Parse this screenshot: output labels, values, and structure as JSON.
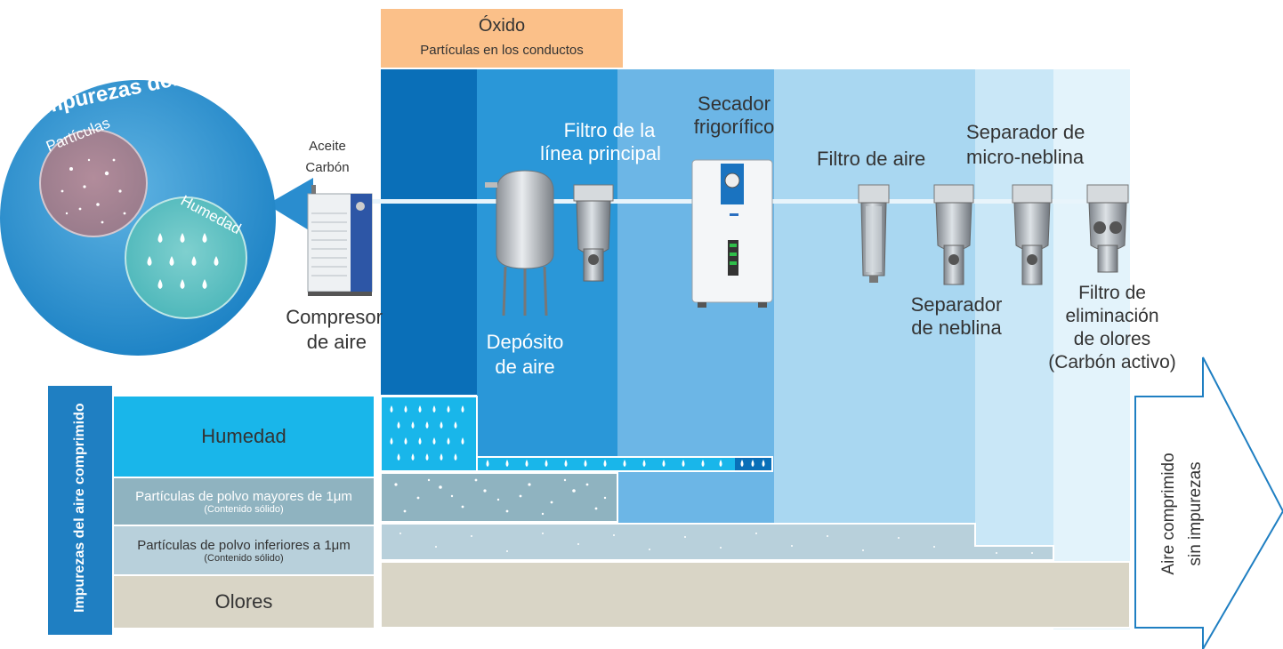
{
  "title_arc": "Impurezas del aire",
  "bubble": {
    "particles": "Partículas",
    "humidity": "Humedad"
  },
  "oxide": {
    "title": "Óxido",
    "subtitle": "Partículas en los conductos"
  },
  "compressor": {
    "oil": "Aceite",
    "carbon": "Carbón",
    "name_line1": "Compresor",
    "name_line2": "de aire"
  },
  "tank": {
    "line1": "Depósito",
    "line2": "de aire"
  },
  "main_filter": {
    "line1": "Filtro de la",
    "line2": "línea principal"
  },
  "dryer": {
    "line1": "Secador",
    "line2": "frigorífico"
  },
  "air_filter": "Filtro de aire",
  "mist_separator": {
    "line1": "Separador",
    "line2": "de neblina"
  },
  "micro_mist_separator": {
    "line1": "Separador de",
    "line2": "micro-neblina"
  },
  "odor_filter": {
    "line1": "Filtro de",
    "line2": "eliminación",
    "line3": "de olores",
    "line4": "(Carbón activo)"
  },
  "side_label": "Impurezas del aire comprimido",
  "rows": {
    "humidity": "Humedad",
    "large_particles": "Partículas de polvo mayores de 1μm",
    "large_particles_sub": "(Contenido sólido)",
    "small_particles": "Partículas de polvo inferiores a 1μm",
    "small_particles_sub": "(Contenido sólido)",
    "odors": "Olores"
  },
  "arrow": {
    "line1": "Aire comprimido",
    "line2": "sin impurezas"
  },
  "colors": {
    "deep_blue": "#0a6fb8",
    "mid_blue": "#2a97d8",
    "light_blue": "#6cb6e6",
    "pale_blue": "#a9d7f1",
    "paler_blue": "#c9e7f7",
    "palest_blue": "#e3f3fb",
    "oxide_orange": "#fbc089",
    "humidity_cyan": "#19b6ea",
    "particle_gray": "#8fb3c0",
    "fine_particle": "#b8d0db",
    "odor_beige": "#d9d5c6"
  }
}
